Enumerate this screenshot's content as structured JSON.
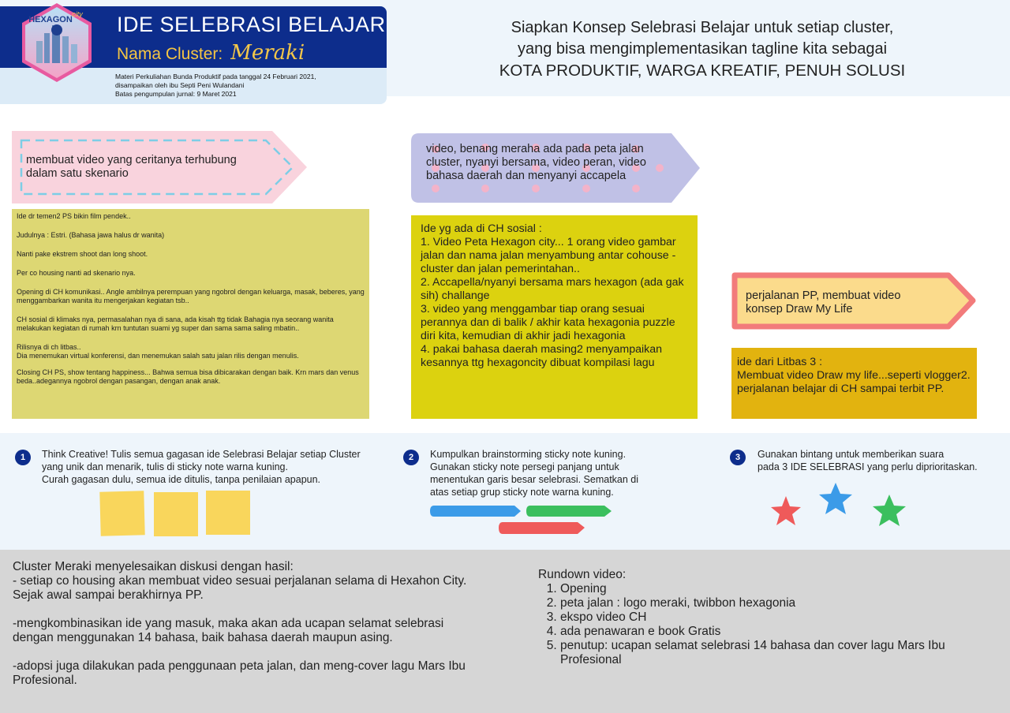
{
  "header": {
    "logo_text": "HEXAGON",
    "logo_sub": "city",
    "title": "IDE SELEBRASI BELAJAR",
    "cluster_label": "Nama Cluster:",
    "cluster_name": "Meraki",
    "info": [
      "Materi Perkuliahan Bunda Produktif pada tanggal 24 Februari 2021,",
      "disampaikan oleh ibu Septi Peni Wulandani",
      "Batas pengumpulan jurnal: 9 Maret 2021"
    ]
  },
  "tagline": [
    "Siapkan Konsep Selebrasi Belajar untuk setiap cluster,",
    "yang bisa mengimplementasikan tagline kita sebagai",
    "KOTA PRODUKTIF, WARGA KREATIF, PENUH SOLUSI"
  ],
  "ideas": [
    {
      "banner": [
        "membuat video yang ceritanya terhubung",
        "dalam satu skenario"
      ],
      "color": "#f9d3dd",
      "dash": "#7dcde6"
    },
    {
      "banner": [
        "video, benang meraha ada pada peta jalan",
        "cluster, nyanyi bersama, video peran, video",
        "bahasa daerah dan menyanyi accapela"
      ],
      "color": "#c0c1e6",
      "dots": "#f3b3c9"
    },
    {
      "banner": [
        "perjalanan PP, membuat video",
        "konsep Draw My Life"
      ],
      "color": "#fbdb8c",
      "border": "#f27b7b"
    }
  ],
  "note1": [
    "Ide dr temen2 PS bikin film pendek..",
    "Judulnya : Estri. (Bahasa jawa halus dr wanita)",
    "Nanti pake ekstrem shoot dan long shoot.",
    "Per co housing nanti ad skenario nya.",
    "Opening di CH komunikasi.. Angle ambilnya perempuan yang ngobrol dengan keluarga, masak, beberes, yang menggambarkan wanita itu mengerjakan kegiatan tsb..",
    "CH sosial di klimaks nya, permasalahan nya di sana, ada kisah ttg tidak Bahagia nya seorang wanita melakukan kegiatan di rumah krn tuntutan suami yg super dan sama sama saling mbatin..",
    "Rilisnya di ch litbas..",
    "Dia menemukan virtual konferensi, dan menemukan salah satu jalan rilis dengan menulis.",
    "Closing CH PS, show tentang happiness... Bahwa semua bisa dibicarakan dengan baik. Krn mars dan venus beda..adegannya ngobrol dengan pasangan, dengan anak anak."
  ],
  "note2": [
    "Ide yg ada di CH sosial :",
    "1. Video Peta Hexagon city... 1 orang video gambar jalan dan nama jalan menyambung antar cohouse - cluster dan jalan pemerintahan..",
    "2. Accapella/nyanyi bersama mars hexagon (ada gak sih) challange",
    "3. video yang menggambar tiap orang sesuai perannya dan di balik / akhir kata hexagonia  puzzle diri kita, kemudian di akhir jadi hexagonia",
    "4.   pakai bahasa daerah masing2 menyampaikan kesannya ttg hexagoncity dibuat kompilasi lagu"
  ],
  "note3": [
    "ide dari Litbas 3 :",
    "Membuat video Draw my life...seperti vlogger2. perjalanan belajar di CH sampai terbit PP."
  ],
  "steps": [
    {
      "num": "1",
      "lines": [
        "Think Creative! Tulis semua gagasan ide Selebrasi Belajar setiap Cluster",
        "yang unik dan menarik, tulis di sticky note warna kuning.",
        "Curah gagasan dulu, semua ide ditulis, tanpa penilaian apapun."
      ]
    },
    {
      "num": "2",
      "lines": [
        "Kumpulkan brainstorming sticky note kuning.",
        "Gunakan sticky note persegi panjang untuk",
        "menentukan garis besar selebrasi. Sematkan di",
        "atas setiap grup sticky note warna kuning."
      ]
    },
    {
      "num": "3",
      "lines": [
        "Gunakan bintang untuk memberikan suara",
        "pada 3 IDE SELEBRASI yang perlu diprioritaskan."
      ]
    }
  ],
  "colors": {
    "navy": "#0d2d8c",
    "sticky_yellow": "#f9d65c",
    "arrow_blue": "#3b9be8",
    "arrow_green": "#3bbf5e",
    "arrow_red": "#ef5a5a",
    "star_red": "#ef5a5a",
    "star_blue": "#3b9be8",
    "star_green": "#3bbf5e"
  },
  "summary": [
    "Cluster Meraki menyelesaikan diskusi dengan hasil:\n- setiap co housing akan membuat video sesuai  perjalanan selama di Hexahon City. Sejak awal sampai berakhirnya PP.",
    "-mengkombinasikan ide yang masuk, maka akan ada ucapan selamat selebrasi dengan menggunakan 14 bahasa, baik bahasa daerah maupun asing.",
    "-adopsi juga dilakukan pada penggunaan peta jalan, dan meng-cover lagu Mars Ibu Profesional."
  ],
  "rundown": {
    "title": "Rundown video:",
    "items": [
      "Opening",
      "peta jalan : logo meraki, twibbon hexagonia",
      "ekspo video CH",
      "ada penawaran e book Gratis",
      "penutup: ucapan selamat selebrasi 14 bahasa dan cover lagu Mars Ibu Profesional"
    ]
  }
}
